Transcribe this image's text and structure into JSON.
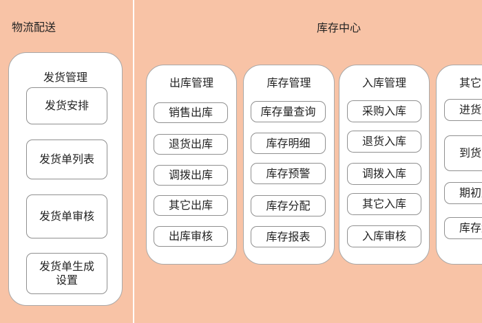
{
  "left": {
    "title": "物流配送",
    "group": {
      "title": "发货管理",
      "items": [
        "发货安排",
        "发货单列表",
        "发货单审核",
        "发货单生成\n设置"
      ]
    }
  },
  "right": {
    "title": "库存中心",
    "groups": [
      {
        "title": "出库管理",
        "items": [
          "销售出库",
          "退货出库",
          "调拨出库",
          "其它出库",
          "出库审核"
        ]
      },
      {
        "title": "库存管理",
        "items": [
          "库存量查询",
          "库存明细",
          "库存预警",
          "库存分配",
          "库存报表"
        ]
      },
      {
        "title": "入库管理",
        "items": [
          "采购入库",
          "退货入库",
          "调拨入库",
          "其它入库",
          "入库审核"
        ]
      },
      {
        "title": "其它管理",
        "items": [
          "进货成本",
          "到货管理",
          "期初库存",
          "库存盘点"
        ]
      }
    ]
  },
  "colors": {
    "background": "#f8c3a6",
    "box": "#ffffff",
    "border": "#a7a7a7"
  }
}
